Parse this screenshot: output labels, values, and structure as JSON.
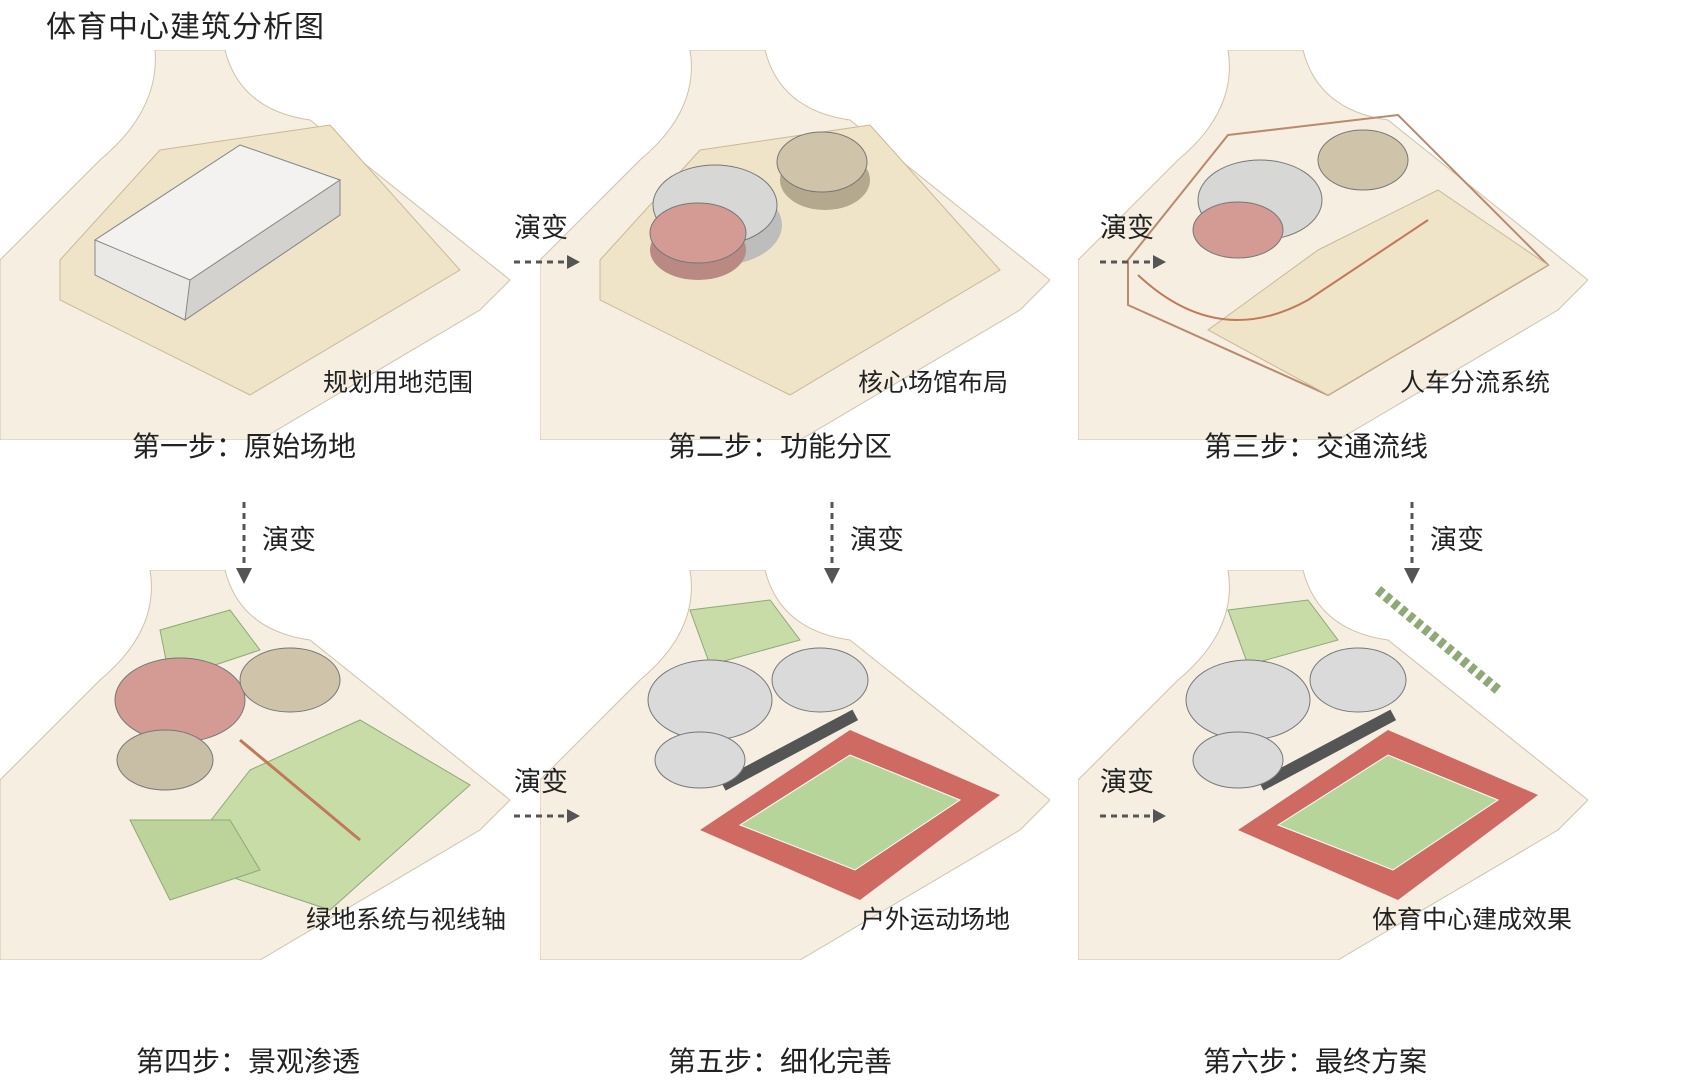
{
  "title": "体育中心建筑分析图",
  "arrow_label": "演变",
  "panels": [
    {
      "caption": "规划用地范围",
      "step": "第一步：原始场地"
    },
    {
      "caption": "核心场馆布局",
      "step": "第二步：功能分区"
    },
    {
      "caption": "人车分流系统",
      "step": "第三步：交通流线"
    },
    {
      "caption": "绿地系统与视线轴",
      "step": "第四步：景观渗透"
    },
    {
      "caption": "户外运动场地",
      "step": "第五步：细化完善"
    },
    {
      "caption": "体育中心建成效果",
      "step": "第六步：最终方案"
    }
  ],
  "colors": {
    "site": "#efe4cb",
    "road": "#f6efe1",
    "green": "#c8dca8",
    "track": "#cf6a62",
    "field": "#b5d59a",
    "arena": "#d6d6d6",
    "arena_pink": "#d49b95",
    "arena_tan": "#c8bda5",
    "arrow": "#555555"
  }
}
